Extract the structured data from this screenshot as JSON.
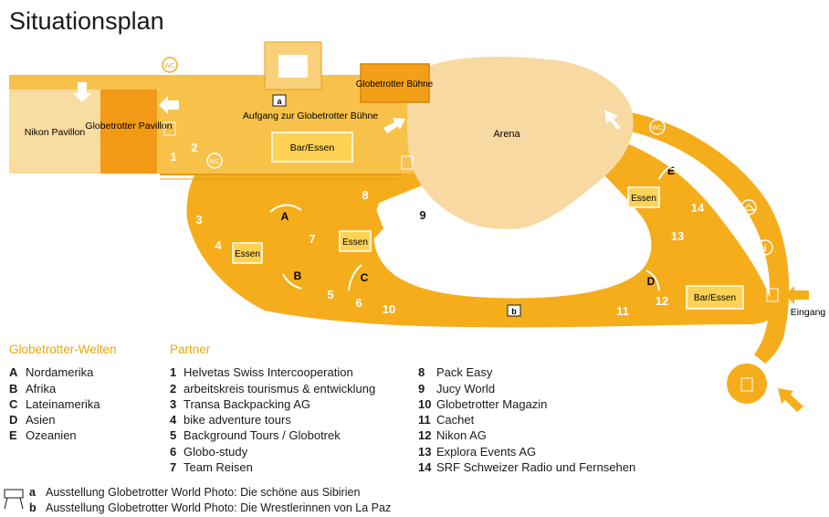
{
  "title": "Situationsplan",
  "colors": {
    "path": "#f6ad1c",
    "area_light": "#f8c24a",
    "arena": "#f8d9a1",
    "nikon": "#f9dca0",
    "pavillon": "#f29a16",
    "box": "#fdd255",
    "stage": "#f49f18",
    "white": "#ffffff",
    "legend_head": "#f0a500"
  },
  "areas": {
    "nikon_pavillon": "Nikon Pavillon",
    "globetrotter_pavillon": "Globetrotter Pavillon",
    "globetrotter_buehne": "Globetrotter Bühne",
    "arena": "Arena",
    "aufgang": "Aufgang zur Globetrotter Bühne",
    "bar_essen_top": "Bar/Essen",
    "essen_left": "Essen",
    "essen_mid": "Essen",
    "essen_right": "Essen",
    "bar_essen_right": "Bar/Essen",
    "eingang": "Eingang"
  },
  "icons": {
    "wc": "WC",
    "info": "i",
    "photo_a": "a",
    "photo_b": "b",
    "restroom": "restroom-icon",
    "cloakroom": "cloakroom-icon",
    "arrow": "arrow-icon"
  },
  "map_markers": {
    "welten": [
      "A",
      "B",
      "C",
      "D",
      "E"
    ],
    "partners": [
      "1",
      "2",
      "3",
      "4",
      "5",
      "6",
      "7",
      "8",
      "9",
      "10",
      "11",
      "12",
      "13",
      "14"
    ]
  },
  "legend": {
    "welten_heading": "Globetrotter-Welten",
    "welten": [
      {
        "key": "A",
        "label": "Nordamerika"
      },
      {
        "key": "B",
        "label": "Afrika"
      },
      {
        "key": "C",
        "label": "Lateinamerika"
      },
      {
        "key": "D",
        "label": "Asien"
      },
      {
        "key": "E",
        "label": "Ozeanien"
      }
    ],
    "partner_heading": "Partner",
    "partner_col1": [
      {
        "key": "1",
        "label": "Helvetas Swiss Intercooperation"
      },
      {
        "key": "2",
        "label": "arbeitskreis tourismus & entwicklung"
      },
      {
        "key": "3",
        "label": "Transa Backpacking AG"
      },
      {
        "key": "4",
        "label": "bike adventure tours"
      },
      {
        "key": "5",
        "label": "Background Tours / Globotrek"
      },
      {
        "key": "6",
        "label": "Globo-study"
      },
      {
        "key": "7",
        "label": "Team Reisen"
      }
    ],
    "partner_col2": [
      {
        "key": "8",
        "label": "Pack Easy"
      },
      {
        "key": "9",
        "label": "Jucy World"
      },
      {
        "key": "10",
        "label": "Globetrotter Magazin"
      },
      {
        "key": "11",
        "label": "Cachet"
      },
      {
        "key": "12",
        "label": "Nikon AG"
      },
      {
        "key": "13",
        "label": "Explora Events AG"
      },
      {
        "key": "14",
        "label": "SRF Schweizer Radio und Fernsehen"
      }
    ]
  },
  "notes": [
    {
      "key": "a",
      "label": "Ausstellung Globetrotter World Photo: Die schöne aus Sibirien"
    },
    {
      "key": "b",
      "label": "Ausstellung Globetrotter World Photo: Die Wrestlerinnen von La Paz"
    }
  ]
}
